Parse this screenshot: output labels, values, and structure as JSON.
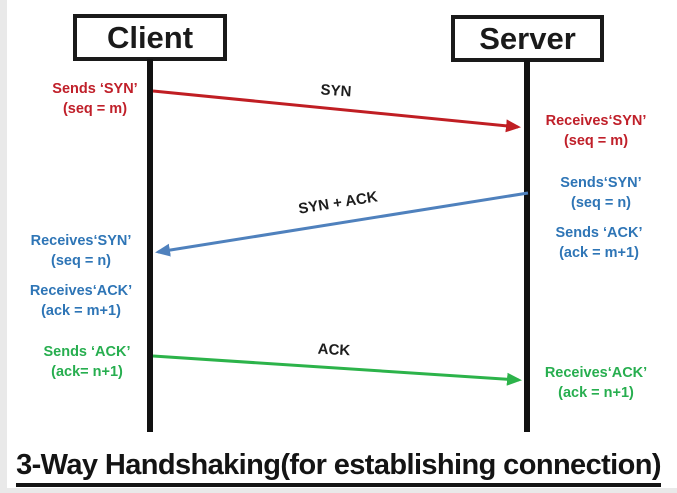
{
  "actors": {
    "client": "Client",
    "server": "Server"
  },
  "messages": [
    {
      "label": "SYN",
      "from": "client",
      "to": "server",
      "color": "#c01e23"
    },
    {
      "label": "SYN + ACK",
      "from": "server",
      "to": "client",
      "color": "#4f81bd"
    },
    {
      "label": "ACK",
      "from": "client",
      "to": "server",
      "color": "#2cb34a"
    }
  ],
  "client_notes": {
    "sends_syn": {
      "line1": "Sends ‘SYN’",
      "line2": "(seq = m)",
      "color": "#c0202a"
    },
    "receives_syn": {
      "line1": "Receives‘SYN’",
      "line2": "(seq = n)",
      "color": "#2e75b6"
    },
    "receives_ack": {
      "line1": "Receives‘ACK’",
      "line2": "(ack = m+1)",
      "color": "#2e75b6"
    },
    "sends_ack": {
      "line1": "Sends ‘ACK’",
      "line2": "(ack= n+1)",
      "color": "#27ae4f"
    }
  },
  "server_notes": {
    "receives_syn": {
      "line1": "Receives‘SYN’",
      "line2": "(seq = m)",
      "color": "#c0202a"
    },
    "sends_syn": {
      "line1": "Sends‘SYN’",
      "line2": "(seq = n)",
      "color": "#2e75b6"
    },
    "sends_ack": {
      "line1": "Sends ‘ACK’",
      "line2": "(ack = m+1)",
      "color": "#2e75b6"
    },
    "receives_ack": {
      "line1": "Receives‘ACK’",
      "line2": "(ack = n+1)",
      "color": "#27ae4f"
    }
  },
  "caption": "3-Way Handshaking(for establishing connection)",
  "colors": {
    "arrow_red": "#c01e23",
    "arrow_blue": "#4f81bd",
    "arrow_green": "#2cb34a",
    "text_red": "#c0202a",
    "text_blue": "#2e75b6",
    "text_green": "#27ae4f",
    "line_black": "#111111"
  }
}
